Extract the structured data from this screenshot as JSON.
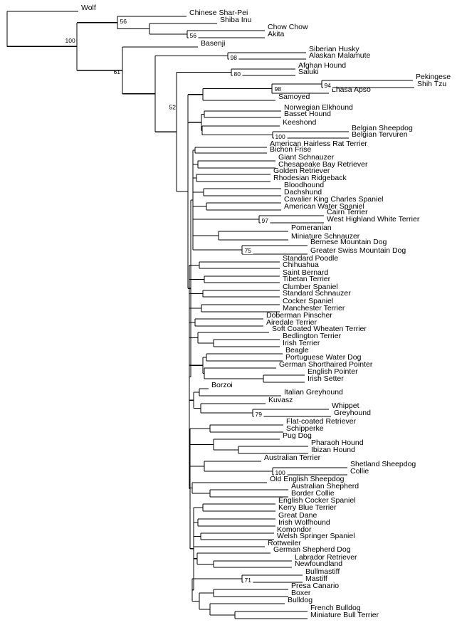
{
  "leaves": {
    "wolf": "Wolf",
    "shar_pei": "Chinese Shar-Pei",
    "shiba": "Shiba Inu",
    "chow": "Chow Chow",
    "akita": "Akita",
    "basenji": "Basenji",
    "husky": "Siberian Husky",
    "malamute": "Alaskan Malamute",
    "afghan": "Afghan Hound",
    "saluki": "Saluki",
    "pekingese": "Pekingese",
    "shihtzu": "Shih Tzu",
    "lhasa": "Lhasa Apso",
    "samoyed": "Samoyed",
    "elkhound": "Norwegian Elkhound",
    "basset": "Basset Hound",
    "keeshond": "Keeshond",
    "bsheep": "Belgian Sheepdog",
    "btervuren": "Belgian Tervuren",
    "ahrt": "American Hairless Rat Terrier",
    "bichon": "Bichon Frise",
    "gschnauzer": "Giant Schnauzer",
    "chesapeake": "Chesapeake Bay Retriever",
    "golden": "Golden Retriever",
    "rhodesian": "Rhodesian Ridgeback",
    "bloodhound": "Bloodhound",
    "dachshund": "Dachshund",
    "cavalier": "Cavalier King Charles Spaniel",
    "awspaniel": "American Water Spaniel",
    "cairn": "Cairn Terrier",
    "westie": "West Highland White Terrier",
    "pomeranian": "Pomeranian",
    "mschnauzer": "Miniature Schnauzer",
    "bernese": "Bernese Mountain Dog",
    "gsmd": "Greater Swiss Mountain Dog",
    "spoodle": "Standard Poodle",
    "chihuahua": "Chihuahua",
    "stbernard": "Saint Bernard",
    "tibetan": "Tibetan Terrier",
    "clumber": "Clumber Spaniel",
    "sschnauzer": "Standard Schnauzer",
    "cocker": "Cocker Spaniel",
    "manchester": "Manchester Terrier",
    "doberman": "Doberman Pinscher",
    "airedale": "Airedale Terrier",
    "wheaten": "Soft Coated Wheaten Terrier",
    "bedlington": "Bedlington Terrier",
    "irishterrier": "Irish Terrier",
    "beagle": "Beagle",
    "portuguese": "Portuguese Water Dog",
    "gsp": "German Shorthaired Pointer",
    "epointer": "English Pointer",
    "isetter": "Irish Setter",
    "borzoi": "Borzoi",
    "italiangrey": "Italian Greyhound",
    "kuvasz": "Kuvasz",
    "whippet": "Whippet",
    "greyhound": "Greyhound",
    "flatcoat": "Flat-coated Retriever",
    "schipperke": "Schipperke",
    "pug": "Pug Dog",
    "pharaoh": "Pharaoh Hound",
    "ibizan": "Ibizan Hound",
    "austerrier": "Australian Terrier",
    "sheltie": "Shetland Sheepdog",
    "collie": "Collie",
    "oes": "Old English Sheepdog",
    "aussie": "Australian Shepherd",
    "border": "Border Collie",
    "ecocker": "English Cocker Spaniel",
    "kerry": "Kerry Blue Terrier",
    "dane": "Great Dane",
    "wolfhound": "Irish Wolfhound",
    "komondor": "Komondor",
    "welsh": "Welsh Springer Spaniel",
    "rottweiler": "Rottweiler",
    "gsd": "German Shepherd Dog",
    "labrador": "Labrador Retriever",
    "newfoundland": "Newfoundland",
    "bullmastiff": "Bullmastiff",
    "mastiff": "Mastiff",
    "presa": "Presa Canario",
    "boxer": "Boxer",
    "bulldog": "Bulldog",
    "frenchie": "French Bulldog",
    "minibull": "Miniature Bull Terrier"
  },
  "bootstrap": {
    "n100_root": "100",
    "n56_asian": "56",
    "n56_chow": "56",
    "n61": "61",
    "n98_arctic": "98",
    "n52": "52",
    "n80_sighthound": "80",
    "n94_peke": "94",
    "n98_lhasa": "98",
    "n100_belgian": "100",
    "n97_terrier": "97",
    "n75_mountain": "75",
    "n79_whippet": "79",
    "n100_collie": "100",
    "n71_mastiff": "71"
  }
}
